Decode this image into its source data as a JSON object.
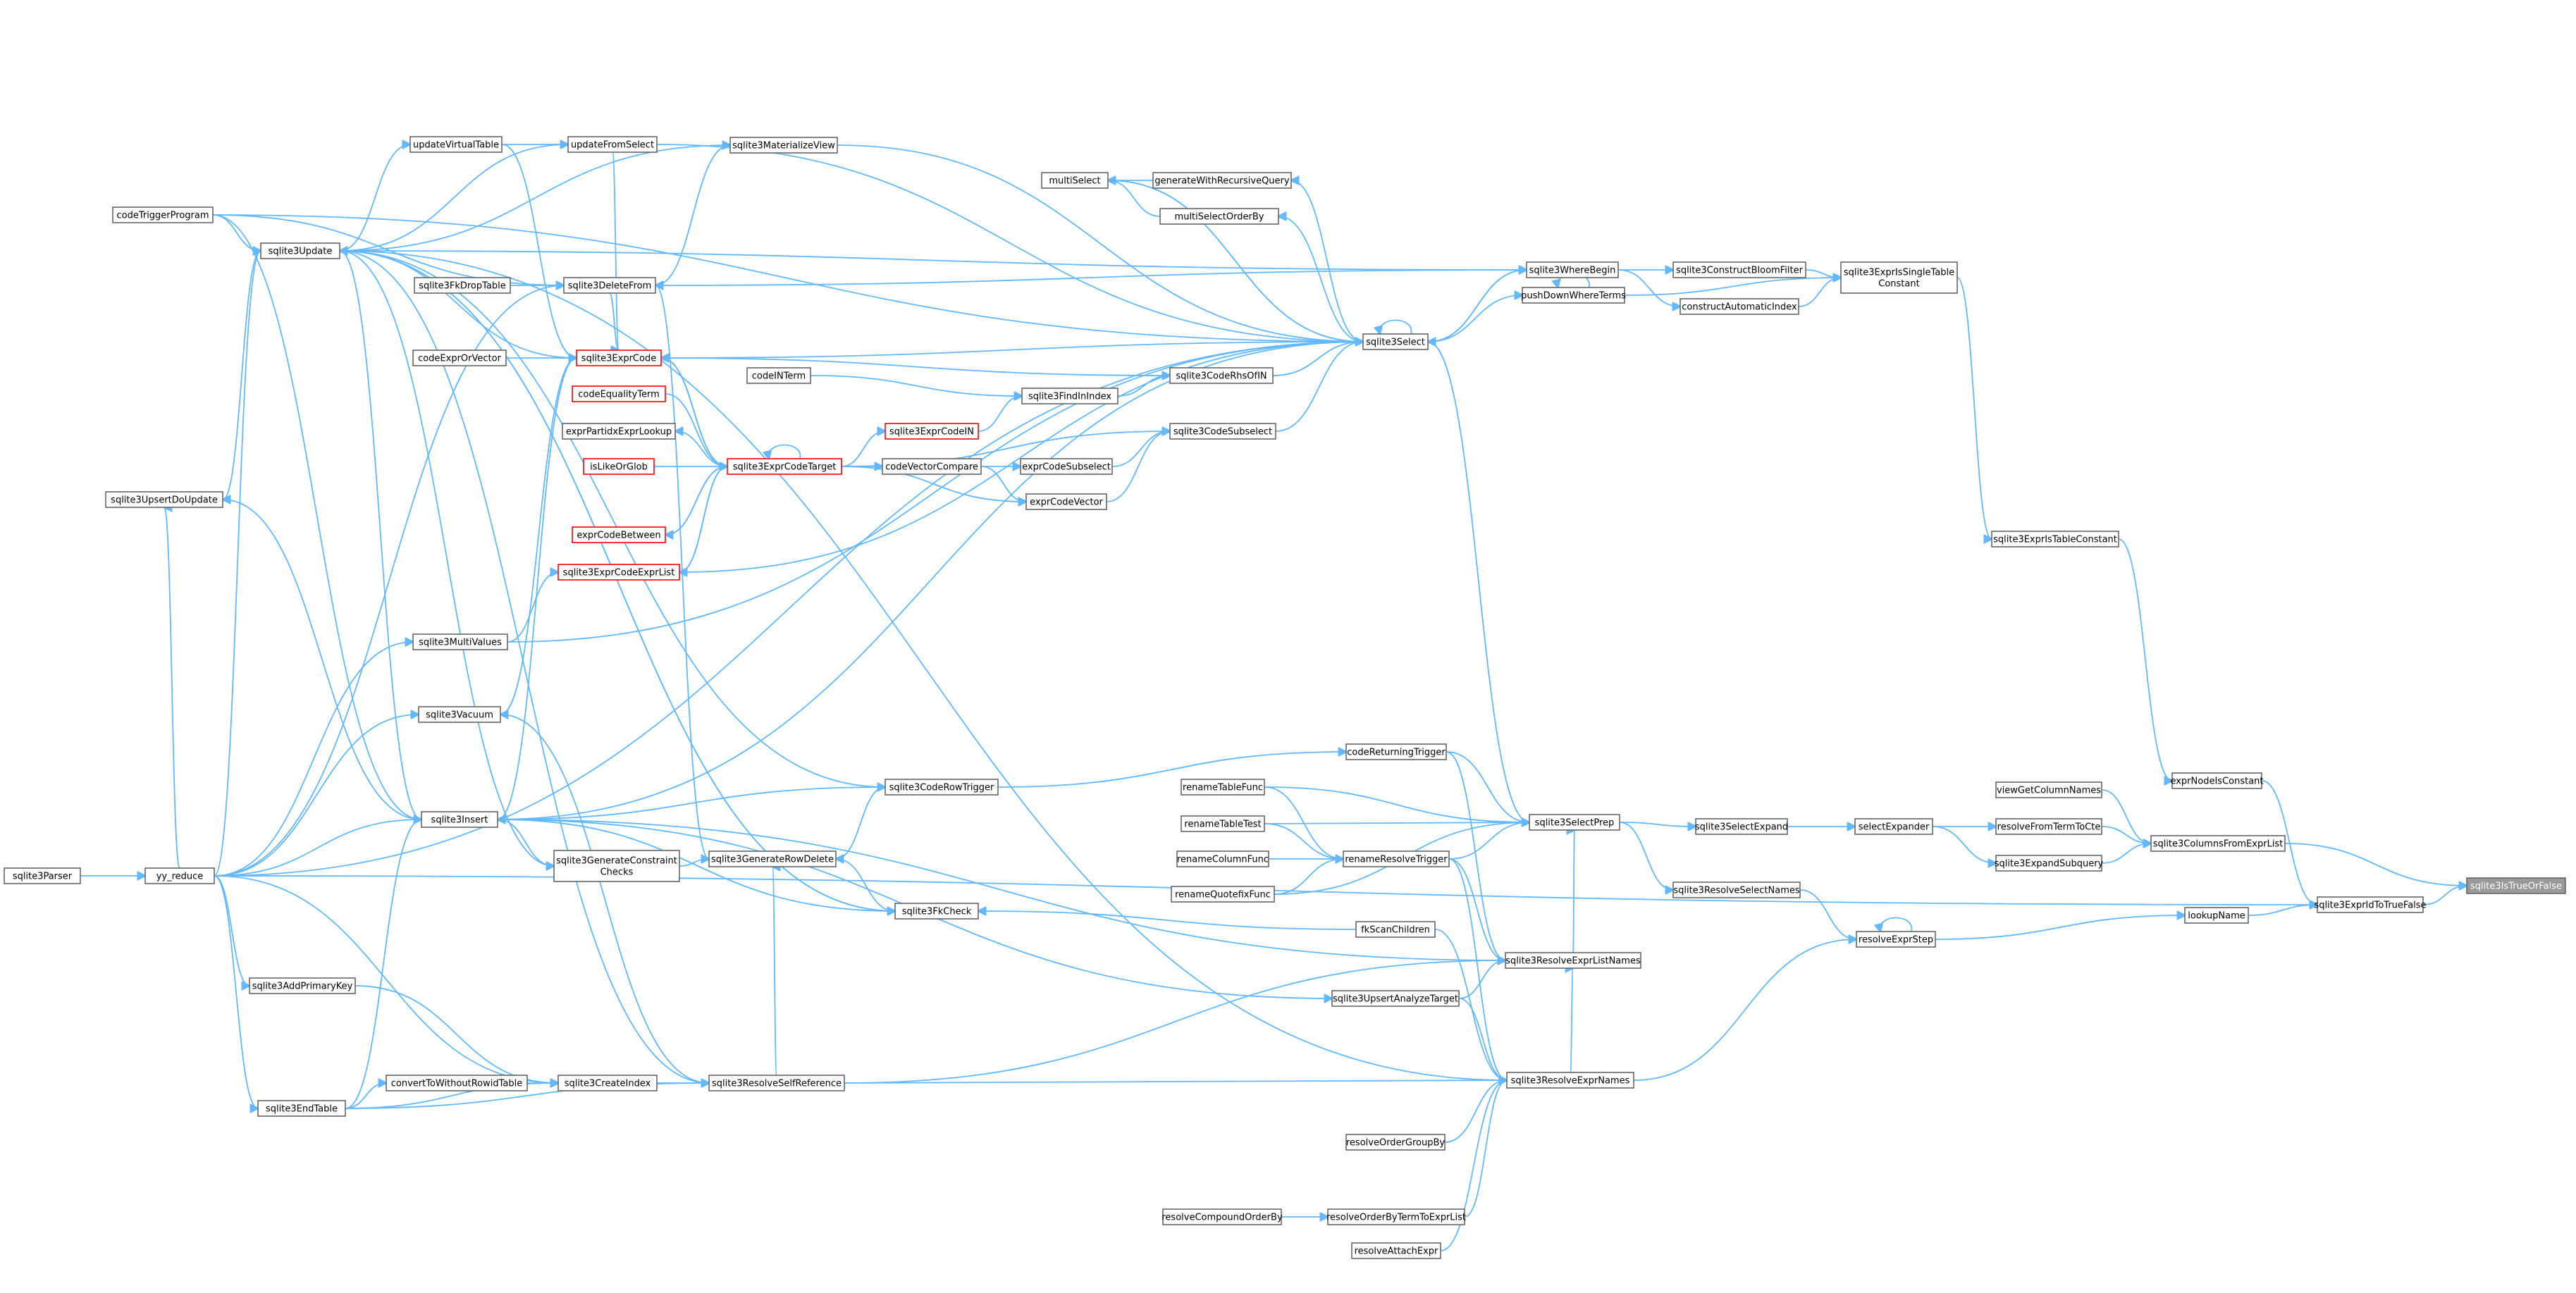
{
  "diagram": {
    "root": "sqlite3IsTrueOrFalse",
    "colors": {
      "edge": "#63b8ff",
      "node_border": "#666666",
      "highlight_border": "#ff0000",
      "root_fill": "#999999"
    },
    "nodes": [
      {
        "id": "sqlite3IsTrueOrFalse",
        "label": "sqlite3IsTrueOrFalse",
        "style": "root"
      },
      {
        "id": "sqlite3ExprIdToTrueFalse",
        "label": "sqlite3ExprIdToTrueFalse"
      },
      {
        "id": "exprNodeIsConstant",
        "label": "exprNodeIsConstant"
      },
      {
        "id": "lookupName",
        "label": "lookupName"
      },
      {
        "id": "sqlite3ExprIsTableConstant",
        "label": "sqlite3ExprIsTableConstant"
      },
      {
        "id": "sqlite3ExprIsSingleTableConstant",
        "label": "sqlite3ExprIsSingleTable\nConstant"
      },
      {
        "id": "sqlite3ColumnsFromExprList",
        "label": "sqlite3ColumnsFromExprList"
      },
      {
        "id": "resolveExprStep",
        "label": "resolveExprStep"
      },
      {
        "id": "viewGetColumnNames",
        "label": "viewGetColumnNames"
      },
      {
        "id": "resolveFromTermToCte",
        "label": "resolveFromTermToCte"
      },
      {
        "id": "sqlite3ExpandSubquery",
        "label": "sqlite3ExpandSubquery"
      },
      {
        "id": "selectExpander",
        "label": "selectExpander"
      },
      {
        "id": "sqlite3SelectExpand",
        "label": "sqlite3SelectExpand"
      },
      {
        "id": "sqlite3SelectPrep",
        "label": "sqlite3SelectPrep"
      },
      {
        "id": "sqlite3ResolveSelectNames",
        "label": "sqlite3ResolveSelectNames"
      },
      {
        "id": "sqlite3ResolveExprListNames",
        "label": "sqlite3ResolveExprListNames"
      },
      {
        "id": "sqlite3ResolveExprNames",
        "label": "sqlite3ResolveExprNames"
      },
      {
        "id": "sqlite3ConstructBloomFilter",
        "label": "sqlite3ConstructBloomFilter"
      },
      {
        "id": "constructAutomaticIndex",
        "label": "constructAutomaticIndex"
      },
      {
        "id": "pushDownWhereTerms",
        "label": "pushDownWhereTerms"
      },
      {
        "id": "sqlite3WhereBegin",
        "label": "sqlite3WhereBegin"
      },
      {
        "id": "sqlite3Select",
        "label": "sqlite3Select"
      },
      {
        "id": "codeReturningTrigger",
        "label": "codeReturningTrigger"
      },
      {
        "id": "renameTableFunc",
        "label": "renameTableFunc"
      },
      {
        "id": "renameTableTest",
        "label": "renameTableTest"
      },
      {
        "id": "renameColumnFunc",
        "label": "renameColumnFunc"
      },
      {
        "id": "renameQuotefixFunc",
        "label": "renameQuotefixFunc"
      },
      {
        "id": "renameResolveTrigger",
        "label": "renameResolveTrigger"
      },
      {
        "id": "fkScanChildren",
        "label": "fkScanChildren"
      },
      {
        "id": "sqlite3UpsertAnalyzeTarget",
        "label": "sqlite3UpsertAnalyzeTarget"
      },
      {
        "id": "resolveOrderGroupBy",
        "label": "resolveOrderGroupBy"
      },
      {
        "id": "resolveCompoundOrderBy",
        "label": "resolveCompoundOrderBy"
      },
      {
        "id": "resolveOrderByTermToExprList",
        "label": "resolveOrderByTermToExprList"
      },
      {
        "id": "resolveAttachExpr",
        "label": "resolveAttachExpr"
      },
      {
        "id": "multiSelect",
        "label": "multiSelect"
      },
      {
        "id": "generateWithRecursiveQuery",
        "label": "generateWithRecursiveQuery"
      },
      {
        "id": "multiSelectOrderBy",
        "label": "multiSelectOrderBy"
      },
      {
        "id": "sqlite3MaterializeView",
        "label": "sqlite3MaterializeView"
      },
      {
        "id": "sqlite3CodeRhsOfIN",
        "label": "sqlite3CodeRhsOfIN"
      },
      {
        "id": "sqlite3CodeSubselect",
        "label": "sqlite3CodeSubselect"
      },
      {
        "id": "sqlite3FindInIndex",
        "label": "sqlite3FindInIndex"
      },
      {
        "id": "exprCodeSubselect",
        "label": "exprCodeSubselect"
      },
      {
        "id": "exprCodeVector",
        "label": "exprCodeVector"
      },
      {
        "id": "codeVectorCompare",
        "label": "codeVectorCompare"
      },
      {
        "id": "sqlite3ExprCodeIN",
        "label": "sqlite3ExprCodeIN",
        "style": "red"
      },
      {
        "id": "codeINTerm",
        "label": "codeINTerm"
      },
      {
        "id": "sqlite3ExprCodeTarget",
        "label": "sqlite3ExprCodeTarget",
        "style": "red"
      },
      {
        "id": "sqlite3ExprCode",
        "label": "sqlite3ExprCode",
        "style": "red"
      },
      {
        "id": "codeEqualityTerm",
        "label": "codeEqualityTerm",
        "style": "red"
      },
      {
        "id": "exprPartidxExprLookup",
        "label": "exprPartidxExprLookup"
      },
      {
        "id": "isLikeOrGlob",
        "label": "isLikeOrGlob",
        "style": "red"
      },
      {
        "id": "exprCodeBetween",
        "label": "exprCodeBetween",
        "style": "red"
      },
      {
        "id": "sqlite3ExprCodeExprList",
        "label": "sqlite3ExprCodeExprList",
        "style": "red"
      },
      {
        "id": "codeExprOrVector",
        "label": "codeExprOrVector"
      },
      {
        "id": "sqlite3CodeRowTrigger",
        "label": "sqlite3CodeRowTrigger"
      },
      {
        "id": "sqlite3GenerateRowDelete",
        "label": "sqlite3GenerateRowDelete"
      },
      {
        "id": "sqlite3FkCheck",
        "label": "sqlite3FkCheck"
      },
      {
        "id": "sqlite3ResolveSelfReference",
        "label": "sqlite3ResolveSelfReference"
      },
      {
        "id": "sqlite3DeleteFrom",
        "label": "sqlite3DeleteFrom"
      },
      {
        "id": "sqlite3FkDropTable",
        "label": "sqlite3FkDropTable"
      },
      {
        "id": "updateFromSelect",
        "label": "updateFromSelect"
      },
      {
        "id": "updateVirtualTable",
        "label": "updateVirtualTable"
      },
      {
        "id": "sqlite3Update",
        "label": "sqlite3Update"
      },
      {
        "id": "codeTriggerProgram",
        "label": "codeTriggerProgram"
      },
      {
        "id": "sqlite3UpsertDoUpdate",
        "label": "sqlite3UpsertDoUpdate"
      },
      {
        "id": "sqlite3MultiValues",
        "label": "sqlite3MultiValues"
      },
      {
        "id": "sqlite3Vacuum",
        "label": "sqlite3Vacuum"
      },
      {
        "id": "sqlite3Insert",
        "label": "sqlite3Insert"
      },
      {
        "id": "sqlite3GenerateConstraintChecks",
        "label": "sqlite3GenerateConstraint\nChecks"
      },
      {
        "id": "sqlite3AddPrimaryKey",
        "label": "sqlite3AddPrimaryKey"
      },
      {
        "id": "sqlite3EndTable",
        "label": "sqlite3EndTable"
      },
      {
        "id": "convertToWithoutRowidTable",
        "label": "convertToWithoutRowidTable"
      },
      {
        "id": "sqlite3CreateIndex",
        "label": "sqlite3CreateIndex"
      },
      {
        "id": "yy_reduce",
        "label": "yy_reduce"
      },
      {
        "id": "sqlite3Parser",
        "label": "sqlite3Parser"
      }
    ],
    "edges": [
      [
        "sqlite3ExprIdToTrueFalse",
        "sqlite3IsTrueOrFalse"
      ],
      [
        "sqlite3ColumnsFromExprList",
        "sqlite3IsTrueOrFalse"
      ],
      [
        "exprNodeIsConstant",
        "sqlite3ExprIdToTrueFalse"
      ],
      [
        "lookupName",
        "sqlite3ExprIdToTrueFalse"
      ],
      [
        "yy_reduce",
        "sqlite3ExprIdToTrueFalse"
      ],
      [
        "sqlite3ExprIsTableConstant",
        "exprNodeIsConstant"
      ],
      [
        "sqlite3ExprIsSingleTableConstant",
        "sqlite3ExprIsTableConstant"
      ],
      [
        "sqlite3ConstructBloomFilter",
        "sqlite3ExprIsSingleTableConstant"
      ],
      [
        "constructAutomaticIndex",
        "sqlite3ExprIsSingleTableConstant"
      ],
      [
        "pushDownWhereTerms",
        "sqlite3ExprIsSingleTableConstant"
      ],
      [
        "sqlite3WhereBegin",
        "sqlite3ConstructBloomFilter"
      ],
      [
        "sqlite3WhereBegin",
        "constructAutomaticIndex"
      ],
      [
        "pushDownWhereTerms",
        "pushDownWhereTerms"
      ],
      [
        "sqlite3Select",
        "pushDownWhereTerms"
      ],
      [
        "resolveExprStep",
        "lookupName"
      ],
      [
        "resolveExprStep",
        "resolveExprStep"
      ],
      [
        "sqlite3ResolveSelectNames",
        "resolveExprStep"
      ],
      [
        "sqlite3ResolveExprNames",
        "resolveExprStep"
      ],
      [
        "viewGetColumnNames",
        "sqlite3ColumnsFromExprList"
      ],
      [
        "resolveFromTermToCte",
        "sqlite3ColumnsFromExprList"
      ],
      [
        "sqlite3ExpandSubquery",
        "sqlite3ColumnsFromExprList"
      ],
      [
        "selectExpander",
        "resolveFromTermToCte"
      ],
      [
        "selectExpander",
        "sqlite3ExpandSubquery"
      ],
      [
        "sqlite3SelectExpand",
        "selectExpander"
      ],
      [
        "sqlite3SelectPrep",
        "sqlite3SelectExpand"
      ],
      [
        "sqlite3SelectPrep",
        "sqlite3ResolveSelectNames"
      ],
      [
        "sqlite3Select",
        "sqlite3SelectPrep"
      ],
      [
        "codeReturningTrigger",
        "sqlite3SelectPrep"
      ],
      [
        "renameTableFunc",
        "sqlite3SelectPrep"
      ],
      [
        "renameTableTest",
        "sqlite3SelectPrep"
      ],
      [
        "renameColumnFunc",
        "renameResolveTrigger"
      ],
      [
        "renameQuotefixFunc",
        "sqlite3SelectPrep"
      ],
      [
        "renameResolveTrigger",
        "sqlite3SelectPrep"
      ],
      [
        "renameTableFunc",
        "renameResolveTrigger"
      ],
      [
        "renameTableTest",
        "renameResolveTrigger"
      ],
      [
        "renameQuotefixFunc",
        "renameResolveTrigger"
      ],
      [
        "renameResolveTrigger",
        "sqlite3ResolveExprListNames"
      ],
      [
        "renameResolveTrigger",
        "sqlite3ResolveExprNames"
      ],
      [
        "sqlite3ResolveExprListNames",
        "sqlite3SelectPrep"
      ],
      [
        "sqlite3ResolveExprNames",
        "sqlite3ResolveExprListNames"
      ],
      [
        "codeReturningTrigger",
        "sqlite3ResolveExprListNames"
      ],
      [
        "sqlite3UpsertAnalyzeTarget",
        "sqlite3ResolveExprListNames"
      ],
      [
        "fkScanChildren",
        "sqlite3ResolveExprNames"
      ],
      [
        "sqlite3UpsertAnalyzeTarget",
        "sqlite3ResolveExprNames"
      ],
      [
        "resolveOrderGroupBy",
        "sqlite3ResolveExprNames"
      ],
      [
        "resolveOrderByTermToExprList",
        "sqlite3ResolveExprNames"
      ],
      [
        "resolveAttachExpr",
        "sqlite3ResolveExprNames"
      ],
      [
        "resolveCompoundOrderBy",
        "resolveOrderByTermToExprList"
      ],
      [
        "sqlite3ResolveSelfReference",
        "sqlite3ResolveExprNames"
      ],
      [
        "sqlite3ResolveSelfReference",
        "sqlite3ResolveExprListNames"
      ],
      [
        "sqlite3Select",
        "sqlite3WhereBegin"
      ],
      [
        "sqlite3Select",
        "sqlite3Select"
      ],
      [
        "sqlite3WhereBegin",
        "sqlite3Select"
      ],
      [
        "multiSelect",
        "sqlite3Select"
      ],
      [
        "generateWithRecursiveQuery",
        "multiSelect"
      ],
      [
        "multiSelectOrderBy",
        "multiSelect"
      ],
      [
        "sqlite3Select",
        "multiSelect"
      ],
      [
        "sqlite3Select",
        "generateWithRecursiveQuery"
      ],
      [
        "sqlite3Select",
        "multiSelectOrderBy"
      ],
      [
        "sqlite3MaterializeView",
        "sqlite3Select"
      ],
      [
        "sqlite3CodeRhsOfIN",
        "sqlite3Select"
      ],
      [
        "sqlite3CodeSubselect",
        "sqlite3Select"
      ],
      [
        "sqlite3FindInIndex",
        "sqlite3CodeRhsOfIN"
      ],
      [
        "exprCodeSubselect",
        "sqlite3CodeSubselect"
      ],
      [
        "exprCodeVector",
        "sqlite3CodeSubselect"
      ],
      [
        "codeINTerm",
        "sqlite3FindInIndex"
      ],
      [
        "sqlite3ExprCodeIN",
        "sqlite3FindInIndex"
      ],
      [
        "codeVectorCompare",
        "exprCodeSubselect"
      ],
      [
        "codeVectorCompare",
        "exprCodeVector"
      ],
      [
        "sqlite3ExprCodeTarget",
        "sqlite3ExprCodeIN"
      ],
      [
        "sqlite3ExprCodeTarget",
        "codeVectorCompare"
      ],
      [
        "sqlite3ExprCodeTarget",
        "exprCodeVector"
      ],
      [
        "sqlite3ExprCodeTarget",
        "sqlite3CodeSubselect"
      ],
      [
        "sqlite3ExprCodeTarget",
        "sqlite3ExprCodeTarget"
      ],
      [
        "sqlite3ExprCode",
        "sqlite3ExprCodeTarget"
      ],
      [
        "sqlite3ExprCodeTarget",
        "sqlite3ExprCode"
      ],
      [
        "codeEqualityTerm",
        "sqlite3ExprCodeTarget"
      ],
      [
        "sqlite3ExprCodeTarget",
        "exprPartidxExprLookup"
      ],
      [
        "isLikeOrGlob",
        "sqlite3ExprCodeTarget"
      ],
      [
        "exprCodeBetween",
        "sqlite3ExprCodeTarget"
      ],
      [
        "sqlite3ExprCodeTarget",
        "exprCodeBetween"
      ],
      [
        "sqlite3ExprCodeExprList",
        "sqlite3ExprCodeTarget"
      ],
      [
        "sqlite3ExprCodeTarget",
        "sqlite3ExprCodeExprList"
      ],
      [
        "codeExprOrVector",
        "sqlite3ExprCode"
      ],
      [
        "sqlite3Select",
        "sqlite3ExprCode"
      ],
      [
        "sqlite3Select",
        "sqlite3ExprCodeExprList"
      ],
      [
        "sqlite3CodeRhsOfIN",
        "sqlite3ExprCode"
      ],
      [
        "sqlite3DeleteFrom",
        "sqlite3ExprCode"
      ],
      [
        "sqlite3Update",
        "sqlite3ExprCode"
      ],
      [
        "sqlite3Insert",
        "sqlite3ExprCode"
      ],
      [
        "sqlite3Vacuum",
        "sqlite3ExprCode"
      ],
      [
        "updateFromSelect",
        "sqlite3Select"
      ],
      [
        "updateFromSelect",
        "sqlite3ExprCode"
      ],
      [
        "updateVirtualTable",
        "updateFromSelect"
      ],
      [
        "updateVirtualTable",
        "sqlite3ExprCode"
      ],
      [
        "sqlite3Update",
        "updateVirtualTable"
      ],
      [
        "sqlite3Update",
        "updateFromSelect"
      ],
      [
        "sqlite3DeleteFrom",
        "sqlite3MaterializeView"
      ],
      [
        "sqlite3Update",
        "sqlite3MaterializeView"
      ],
      [
        "sqlite3DeleteFrom",
        "sqlite3WhereBegin"
      ],
      [
        "sqlite3Update",
        "sqlite3WhereBegin"
      ],
      [
        "sqlite3FkDropTable",
        "sqlite3DeleteFrom"
      ],
      [
        "codeTriggerProgram",
        "sqlite3DeleteFrom"
      ],
      [
        "yy_reduce",
        "sqlite3DeleteFrom"
      ],
      [
        "codeTriggerProgram",
        "sqlite3Update"
      ],
      [
        "codeTriggerProgram",
        "sqlite3Select"
      ],
      [
        "codeTriggerProgram",
        "sqlite3Insert"
      ],
      [
        "yy_reduce",
        "sqlite3Update"
      ],
      [
        "sqlite3UpsertDoUpdate",
        "sqlite3Update"
      ],
      [
        "sqlite3Insert",
        "sqlite3UpsertDoUpdate"
      ],
      [
        "yy_reduce",
        "sqlite3Select"
      ],
      [
        "sqlite3MultiValues",
        "sqlite3Select"
      ],
      [
        "sqlite3MultiValues",
        "sqlite3ExprCodeExprList"
      ],
      [
        "yy_reduce",
        "sqlite3MultiValues"
      ],
      [
        "yy_reduce",
        "sqlite3Vacuum"
      ],
      [
        "yy_reduce",
        "sqlite3Insert"
      ],
      [
        "sqlite3Insert",
        "sqlite3Select"
      ],
      [
        "sqlite3Insert",
        "sqlite3Update"
      ],
      [
        "sqlite3Insert",
        "sqlite3GenerateConstraintChecks"
      ],
      [
        "sqlite3Insert",
        "sqlite3FkCheck"
      ],
      [
        "sqlite3Insert",
        "sqlite3ResolveExprListNames"
      ],
      [
        "sqlite3Insert",
        "sqlite3UpsertAnalyzeTarget"
      ],
      [
        "sqlite3GenerateConstraintChecks",
        "sqlite3GenerateRowDelete"
      ],
      [
        "sqlite3GenerateConstraintChecks",
        "sqlite3Update"
      ],
      [
        "sqlite3GenerateRowDelete",
        "sqlite3CodeRowTrigger"
      ],
      [
        "sqlite3GenerateRowDelete",
        "sqlite3DeleteFrom"
      ],
      [
        "sqlite3FkCheck",
        "sqlite3GenerateRowDelete"
      ],
      [
        "fkScanChildren",
        "sqlite3FkCheck"
      ],
      [
        "sqlite3CodeRowTrigger",
        "codeReturningTrigger"
      ],
      [
        "sqlite3CodeRowTrigger",
        "sqlite3Insert"
      ],
      [
        "sqlite3CodeRowTrigger",
        "sqlite3Update"
      ],
      [
        "sqlite3FkCheck",
        "sqlite3Update"
      ],
      [
        "sqlite3Update",
        "sqlite3ResolveExprNames"
      ],
      [
        "sqlite3Update",
        "sqlite3ResolveSelfReference"
      ],
      [
        "sqlite3Update",
        "sqlite3FkCheck"
      ],
      [
        "sqlite3ResolveSelfReference",
        "sqlite3Vacuum"
      ],
      [
        "sqlite3ResolveSelfReference",
        "sqlite3GenerateRowDelete"
      ],
      [
        "sqlite3CreateIndex",
        "sqlite3ResolveSelfReference"
      ],
      [
        "sqlite3EndTable",
        "sqlite3ResolveSelfReference"
      ],
      [
        "sqlite3AddPrimaryKey",
        "sqlite3CreateIndex"
      ],
      [
        "convertToWithoutRowidTable",
        "sqlite3CreateIndex"
      ],
      [
        "sqlite3EndTable",
        "convertToWithoutRowidTable"
      ],
      [
        "sqlite3EndTable",
        "sqlite3CreateIndex"
      ],
      [
        "yy_reduce",
        "sqlite3AddPrimaryKey"
      ],
      [
        "yy_reduce",
        "sqlite3EndTable"
      ],
      [
        "yy_reduce",
        "sqlite3CreateIndex"
      ],
      [
        "sqlite3EndTable",
        "sqlite3Insert"
      ],
      [
        "yy_reduce",
        "sqlite3UpsertDoUpdate"
      ],
      [
        "sqlite3Parser",
        "yy_reduce"
      ]
    ]
  }
}
